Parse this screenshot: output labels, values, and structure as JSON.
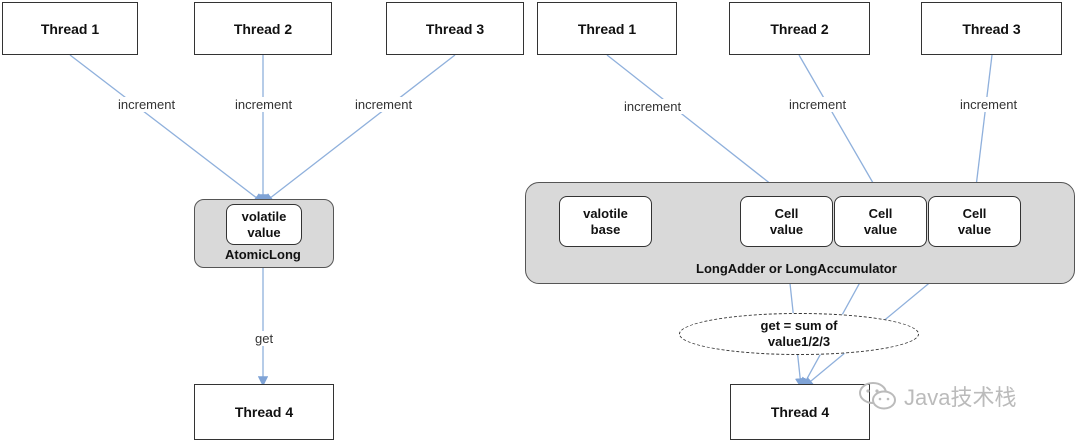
{
  "left": {
    "threads": [
      "Thread 1",
      "Thread 2",
      "Thread 3"
    ],
    "increment_labels": [
      "increment",
      "increment",
      "increment"
    ],
    "inner_box": [
      "volatile",
      "value"
    ],
    "group_label": "AtomicLong",
    "get_label": "get",
    "result": "Thread 4"
  },
  "right": {
    "threads": [
      "Thread 1",
      "Thread 2",
      "Thread 3"
    ],
    "increment_labels": [
      "increment",
      "increment",
      "increment"
    ],
    "base_box": [
      "valotile",
      "base"
    ],
    "cells": [
      [
        "Cell",
        "value"
      ],
      [
        "Cell",
        "value"
      ],
      [
        "Cell",
        "value"
      ]
    ],
    "group_label": "LongAdder or LongAccumulator",
    "sum_label": [
      "get = sum of",
      "value1/2/3"
    ],
    "result": "Thread 4"
  },
  "watermark": {
    "text": "Java技术栈",
    "icon": "wechat-icon"
  },
  "colors": {
    "edge": "#8fb0dc",
    "group_fill": "#d9d9d9"
  }
}
